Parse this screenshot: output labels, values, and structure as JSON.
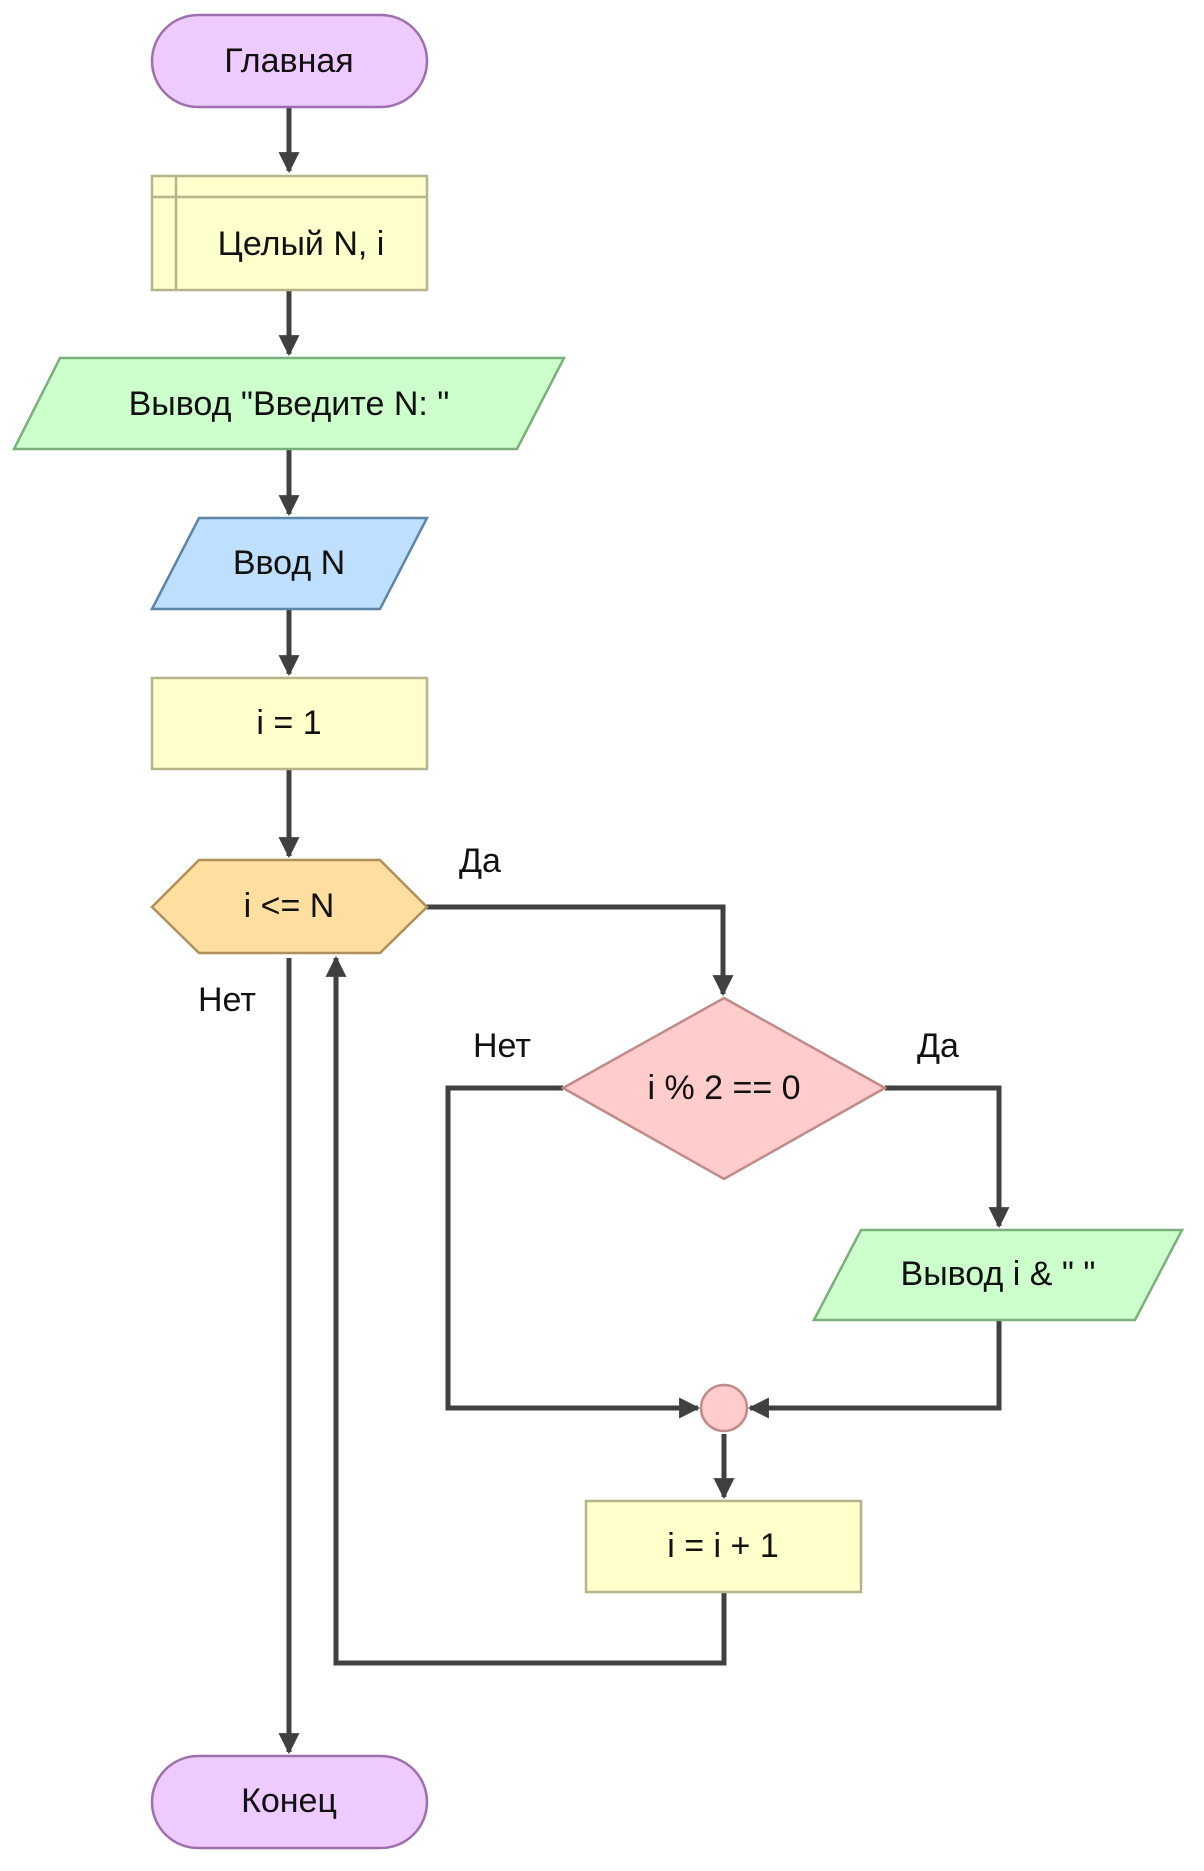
{
  "nodes": {
    "start": {
      "label": "Главная",
      "shape": "terminator",
      "color": "#eecbff"
    },
    "declare": {
      "label": "Целый N, i",
      "shape": "internal-storage",
      "color": "#ffffcc"
    },
    "output_prompt": {
      "label": "Вывод \"Введите N: \"",
      "shape": "parallelogram",
      "color": "#ccffcc"
    },
    "input_n": {
      "label": "Ввод N",
      "shape": "parallelogram",
      "color": "#bfdfff"
    },
    "assign_i": {
      "label": "i = 1",
      "shape": "process",
      "color": "#ffffcc"
    },
    "loop_cond": {
      "label": "i <= N",
      "shape": "hexagon",
      "color": "#ffdf9f"
    },
    "if_even": {
      "label": "i % 2 == 0",
      "shape": "diamond",
      "color": "#ffcccc"
    },
    "output_i": {
      "label": "Вывод i & \" \"",
      "shape": "parallelogram",
      "color": "#ccffcc"
    },
    "merge": {
      "label": "",
      "shape": "connector",
      "color": "#ffcccc"
    },
    "increment": {
      "label": "i = i + 1",
      "shape": "process",
      "color": "#ffffcc"
    },
    "end": {
      "label": "Конец",
      "shape": "terminator",
      "color": "#eecbff"
    }
  },
  "edge_labels": {
    "loop_yes": "Да",
    "loop_no": "Нет",
    "if_no": "Нет",
    "if_yes": "Да"
  },
  "colors": {
    "line": "#404040",
    "border_terminator": "#9e6fae",
    "border_process": "#b6b48a",
    "border_io_green": "#7ab07a",
    "border_io_blue": "#5c85a8",
    "border_hexagon": "#b0905a",
    "border_diamond": "#c08a8a"
  }
}
